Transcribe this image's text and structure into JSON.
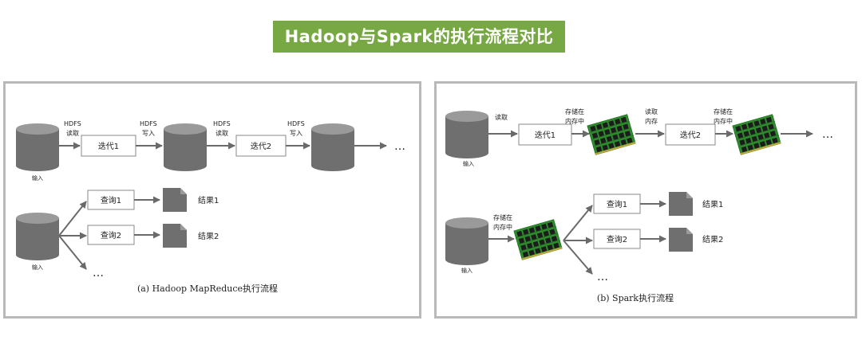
{
  "title": "Hadoop与Spark的执行流程对比",
  "hadoop": {
    "caption": "(a) Hadoop MapReduce执行流程",
    "hdfs_read": [
      "HDFS",
      "读取"
    ],
    "hdfs_write": [
      "HDFS",
      "写入"
    ],
    "iter1": "迭代1",
    "iter2": "迭代2",
    "input1": "输入",
    "input2": "输入",
    "query1": "查询1",
    "query2": "查询2",
    "result1": "结果1",
    "result2": "结果2",
    "ellipsis": "…"
  },
  "spark": {
    "caption": "(b) Spark执行流程",
    "read": "读取",
    "store_mem": [
      "存储在",
      "内存中"
    ],
    "read_mem": [
      "读取",
      "内存"
    ],
    "iter1": "迭代1",
    "iter2": "迭代2",
    "input1": "输入",
    "input2": "输入",
    "query1": "查询1",
    "query2": "查询2",
    "result1": "结果1",
    "result2": "结果2",
    "ellipsis": "…"
  },
  "colors": {
    "banner": "#77a844",
    "db": "#6f6f6f",
    "db_top": "#9a9a9a",
    "arrow": "#6a6a6a",
    "ram_board": "#2e8b2e",
    "ram_chip": "#1c1c1c"
  }
}
